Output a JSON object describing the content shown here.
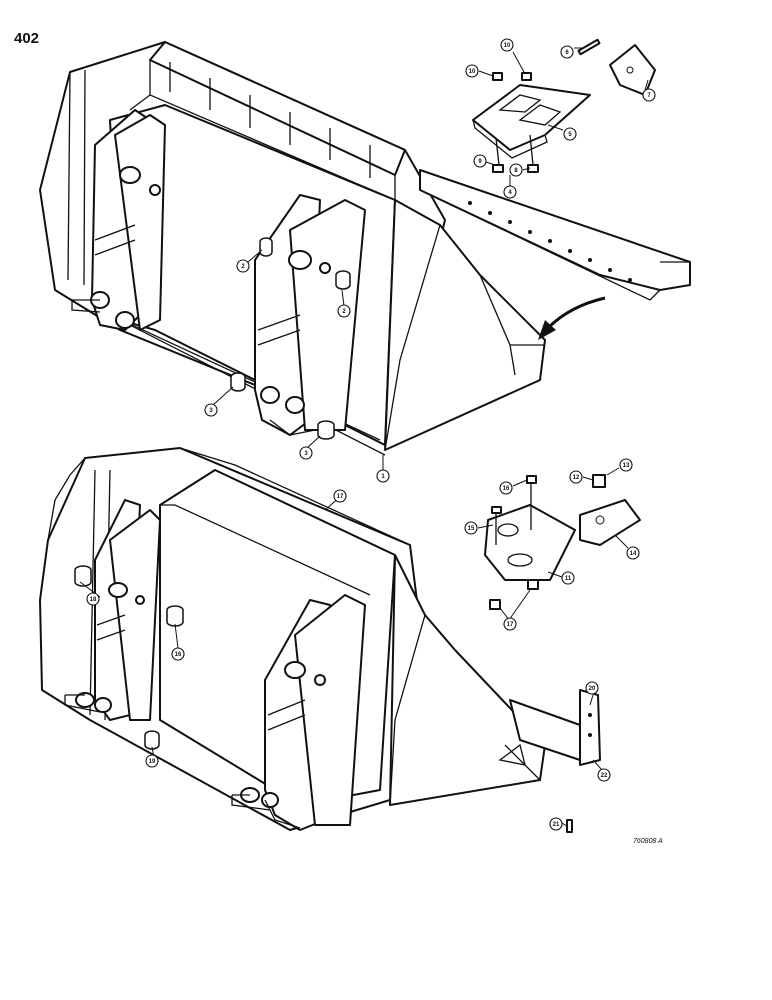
{
  "page": {
    "number": "402",
    "figure_code": "760808 A"
  },
  "callouts": [
    {
      "id": "c1",
      "label": "1"
    },
    {
      "id": "c2a",
      "label": "2"
    },
    {
      "id": "c2b",
      "label": "2"
    },
    {
      "id": "c3a",
      "label": "3"
    },
    {
      "id": "c3b",
      "label": "3"
    },
    {
      "id": "c4",
      "label": "4"
    },
    {
      "id": "c5",
      "label": "5"
    },
    {
      "id": "c6",
      "label": "6"
    },
    {
      "id": "c7",
      "label": "7"
    },
    {
      "id": "c8",
      "label": "8"
    },
    {
      "id": "c9",
      "label": "9"
    },
    {
      "id": "c10a",
      "label": "10"
    },
    {
      "id": "c10b",
      "label": "10"
    },
    {
      "id": "c11",
      "label": "11"
    },
    {
      "id": "c12",
      "label": "12"
    },
    {
      "id": "c13",
      "label": "13"
    },
    {
      "id": "c14",
      "label": "14"
    },
    {
      "id": "c15",
      "label": "15"
    },
    {
      "id": "c16a",
      "label": "16"
    },
    {
      "id": "c16b",
      "label": "16"
    },
    {
      "id": "c17a",
      "label": "17"
    },
    {
      "id": "c17b",
      "label": "17"
    },
    {
      "id": "c18",
      "label": "18"
    },
    {
      "id": "c19",
      "label": "19"
    },
    {
      "id": "c20",
      "label": "20"
    },
    {
      "id": "c21",
      "label": "21"
    },
    {
      "id": "c22",
      "label": "22"
    }
  ]
}
